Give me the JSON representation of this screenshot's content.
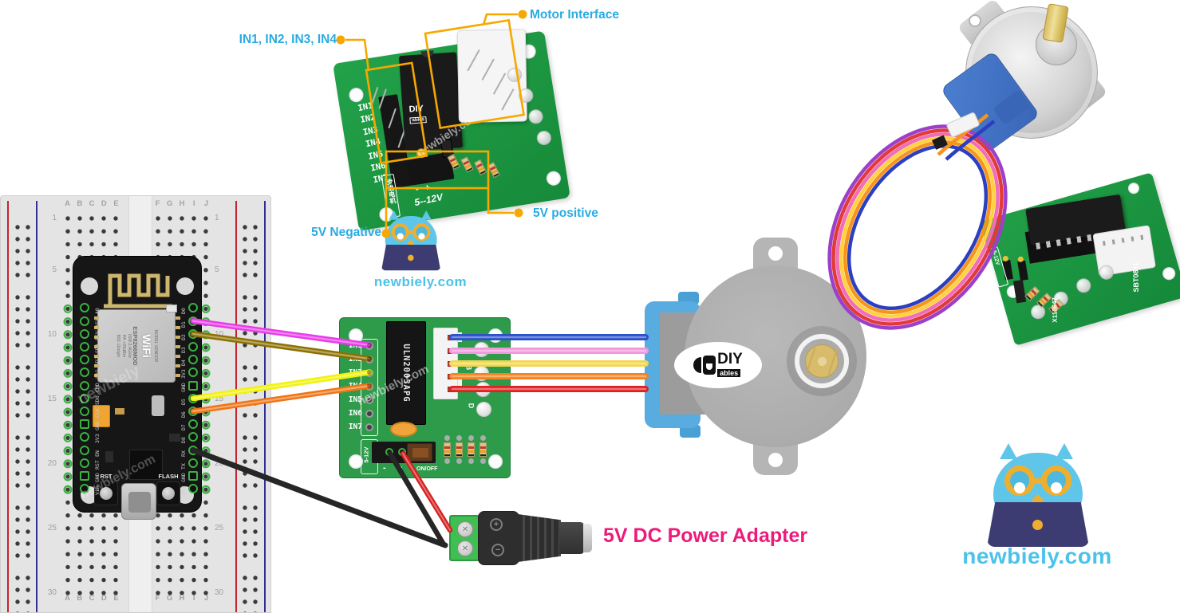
{
  "annotations": {
    "in_pins": "IN1, IN2, IN3, IN4",
    "motor_interface": "Motor Interface",
    "v5_negative": "5V Negative",
    "v5_positive": "5V positive",
    "power_adapter": "5V DC Power Adapter"
  },
  "branding": {
    "site": "newbiely.com",
    "watermark_short": "newbiely",
    "watermark": "newbiely.com",
    "watermark_board": "newbiely.co",
    "diy": "DIY",
    "ables": "ables"
  },
  "breadboard": {
    "columns_left": [
      "A",
      "B",
      "C",
      "D",
      "E"
    ],
    "columns_right": [
      "F",
      "G",
      "H",
      "I",
      "J"
    ],
    "row_numbers": [
      "1",
      "5",
      "10",
      "15",
      "20",
      "25",
      "30"
    ]
  },
  "nodemcu": {
    "left_pins": [
      "A0",
      "RSV",
      "RSV",
      "SD3",
      "SD2",
      "SD1",
      "CMD",
      "SD0",
      "CLK",
      "GND",
      "3V3",
      "EN",
      "RST",
      "GND",
      "Vin"
    ],
    "right_pins": [
      "D0",
      "D1",
      "D2",
      "D3",
      "D4",
      "3V3",
      "GND",
      "D5",
      "D6",
      "D7",
      "D8",
      "RX",
      "TX",
      "GND",
      "3V3"
    ],
    "shield": {
      "model": "MODEL",
      "vendor": "VENDOR",
      "wifi": "WiFi",
      "module": "ESP8266MOD",
      "line1": "ISM 2.4GHz",
      "line2": "PA +25dBm",
      "line3": "802.11b/g/n"
    },
    "buttons": {
      "rst": "RST",
      "flash": "FLASH"
    }
  },
  "driver_board": {
    "pins": [
      "IN1",
      "IN2",
      "IN3",
      "IN4",
      "IN5",
      "IN6",
      "IN7"
    ],
    "chip": "ULN2003APG",
    "voltage": "5-12V",
    "minus": "-",
    "plus": "+",
    "onoff": "ON/OFF",
    "led_b": "B",
    "led_d": "D"
  },
  "driver_board_photo": {
    "pins": [
      "IN1",
      "IN2",
      "IN3",
      "IN4",
      "IN5",
      "IN6",
      "IN7"
    ],
    "voltage": "5--12V",
    "minus": "-",
    "plus": "+",
    "silk_cn": "步进电机"
  },
  "small_board_photo": {
    "voltage": "5-12V",
    "code1": "X113647",
    "code2": "SBT0811"
  },
  "colors": {
    "cyan": "#29ABE2",
    "magenta": "#EC1B7B",
    "accent": "#F7A800",
    "brand_cyan": "#4AC2EA",
    "pcb": "#2E9B4B",
    "rail_red": "#C1272D",
    "rail_blue": "#2E3192",
    "owl_body": "#5FC6E9",
    "owl_glass": "#EFAF2E",
    "owl_laptop": "#3D3C72",
    "wires": {
      "in1": "#E93BE9",
      "in2": "#8C7000",
      "in3": "#F2F20C",
      "in4": "#F07414",
      "gnd": "#262626",
      "vcc": "#D42020"
    },
    "motor_wires": [
      "#2B50C8",
      "#F297DE",
      "#F2D74E",
      "#F58220",
      "#DF2020"
    ],
    "loop_wires": [
      "#2B3FBF",
      "#F7941D",
      "#FFD23F",
      "#F06EB7",
      "#E23A3A",
      "#9C3FC9"
    ]
  }
}
